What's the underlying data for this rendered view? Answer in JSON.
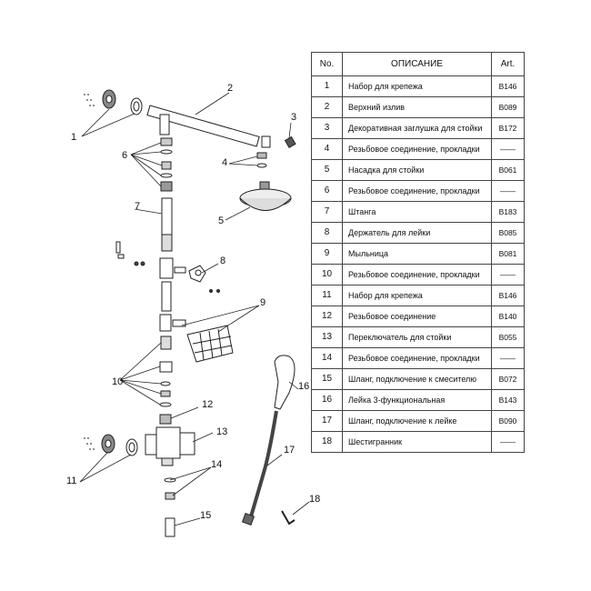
{
  "table": {
    "headers": {
      "no": "No.",
      "desc": "ОПИСАНИЕ",
      "art": "Art."
    },
    "rows": [
      {
        "no": "1",
        "desc": "Набор для крепежа",
        "art": "B146"
      },
      {
        "no": "2",
        "desc": "Верхний излив",
        "art": "B089"
      },
      {
        "no": "3",
        "desc": "Декоративная заглушка для стойки",
        "art": "B172"
      },
      {
        "no": "4",
        "desc": "Резьбовое соединение, прокладки",
        "art": "——"
      },
      {
        "no": "5",
        "desc": "Насадка для стойки",
        "art": "B061"
      },
      {
        "no": "6",
        "desc": "Резьбовое соединение, прокладки",
        "art": "——"
      },
      {
        "no": "7",
        "desc": "Штанга",
        "art": "B183"
      },
      {
        "no": "8",
        "desc": "Держатель для лейки",
        "art": "B085"
      },
      {
        "no": "9",
        "desc": "Мыльница",
        "art": "B081"
      },
      {
        "no": "10",
        "desc": "Резьбовое соединение, прокладки",
        "art": "——"
      },
      {
        "no": "11",
        "desc": "Набор для крепежа",
        "art": "B146"
      },
      {
        "no": "12",
        "desc": "Резьбовое соединение",
        "art": "B140"
      },
      {
        "no": "13",
        "desc": "Переключатель для стойки",
        "art": "B055"
      },
      {
        "no": "14",
        "desc": "Резьбовое соединение, прокладки",
        "art": "——"
      },
      {
        "no": "15",
        "desc": "Шланг, подключение к смесителю",
        "art": "B072"
      },
      {
        "no": "16",
        "desc": "Лейка 3-функциональная",
        "art": "B143"
      },
      {
        "no": "17",
        "desc": "Шланг, подключение к лейке",
        "art": "B090"
      },
      {
        "no": "18",
        "desc": "Шестигранник",
        "art": "——"
      }
    ]
  },
  "callouts": [
    "1",
    "2",
    "3",
    "4",
    "5",
    "6",
    "7",
    "8",
    "9",
    "10",
    "11",
    "12",
    "13",
    "14",
    "15",
    "16",
    "17",
    "18"
  ]
}
